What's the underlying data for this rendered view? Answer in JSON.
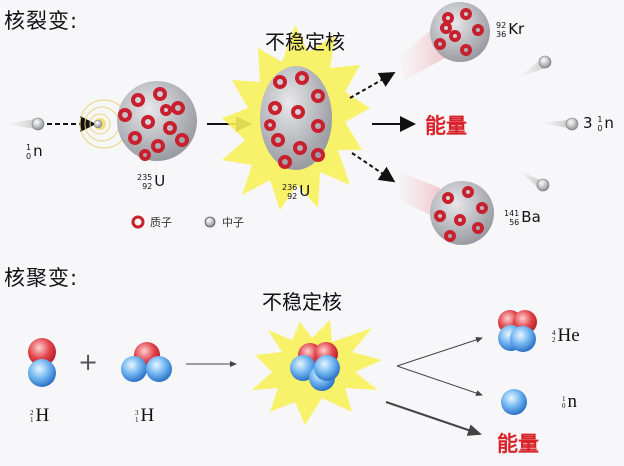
{
  "fission": {
    "title": "核裂变:",
    "neutron_in": {
      "mass": "1",
      "atomic": "0",
      "symbol": "n"
    },
    "u235": {
      "mass": "235",
      "atomic": "92",
      "symbol": "U"
    },
    "unstable_label": "不稳定核",
    "u236": {
      "mass": "236",
      "atomic": "92",
      "symbol": "U"
    },
    "energy_label": "能量",
    "kr": {
      "mass": "92",
      "atomic": "36",
      "symbol": "Kr"
    },
    "ba": {
      "mass": "141",
      "atomic": "56",
      "symbol": "Ba"
    },
    "neutrons_out": {
      "count": "3",
      "mass": "1",
      "atomic": "0",
      "symbol": "n"
    },
    "legend": {
      "proton": "质子",
      "neutron": "中子"
    }
  },
  "fusion": {
    "title": "核聚变:",
    "plus": "+",
    "deuterium": {
      "mass": "2",
      "atomic": "1",
      "symbol": "H"
    },
    "tritium": {
      "mass": "3",
      "atomic": "1",
      "symbol": "H"
    },
    "unstable_label": "不稳定核",
    "helium": {
      "mass": "4",
      "atomic": "2",
      "symbol": "He"
    },
    "neutron": {
      "mass": "1",
      "atomic": "0",
      "symbol": "n"
    },
    "energy_label": "能量"
  },
  "colors": {
    "proton": "#c8202e",
    "neutron_blue": "#3d86d6",
    "burst": "#f7f05a",
    "energy": "#d9232a"
  }
}
